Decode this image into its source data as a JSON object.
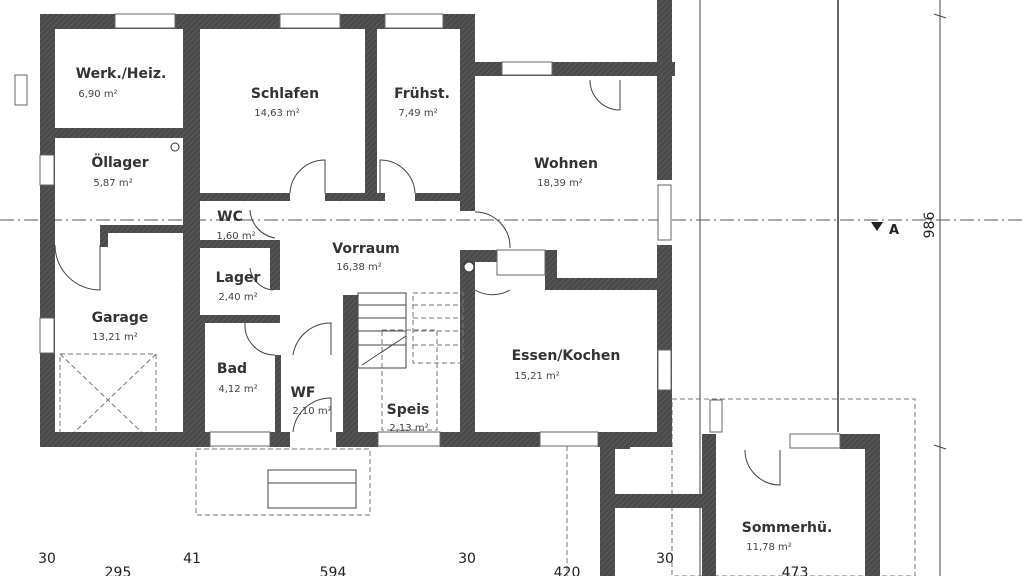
{
  "plan": {
    "rooms": [
      {
        "name": "Werk./Heiz.",
        "area": "6,90 m²"
      },
      {
        "name": "Schlafen",
        "area": "14,63 m²"
      },
      {
        "name": "Frühst.",
        "area": "7,49 m²"
      },
      {
        "name": "Öllager",
        "area": "5,87 m²"
      },
      {
        "name": "Wohnen",
        "area": "18,39 m²"
      },
      {
        "name": "WC",
        "area": "1,60 m²"
      },
      {
        "name": "Vorraum",
        "area": "16,38 m²"
      },
      {
        "name": "Lager",
        "area": "2,40 m²"
      },
      {
        "name": "Garage",
        "area": "13,21 m²"
      },
      {
        "name": "Essen/Kochen",
        "area": "15,21 m²"
      },
      {
        "name": "Bad",
        "area": "4,12 m²"
      },
      {
        "name": "WF",
        "area": "2,10 m²"
      },
      {
        "name": "Speis",
        "area": "2,13 m²"
      },
      {
        "name": "Sommerhü.",
        "area": "11,78 m²"
      }
    ],
    "section_marker": "A",
    "vertical_dimension": "986",
    "dimensions_top_row": [
      "30",
      "41",
      "30",
      "30"
    ],
    "dimensions_bottom_row": [
      "295",
      "594",
      "420",
      "473"
    ]
  }
}
